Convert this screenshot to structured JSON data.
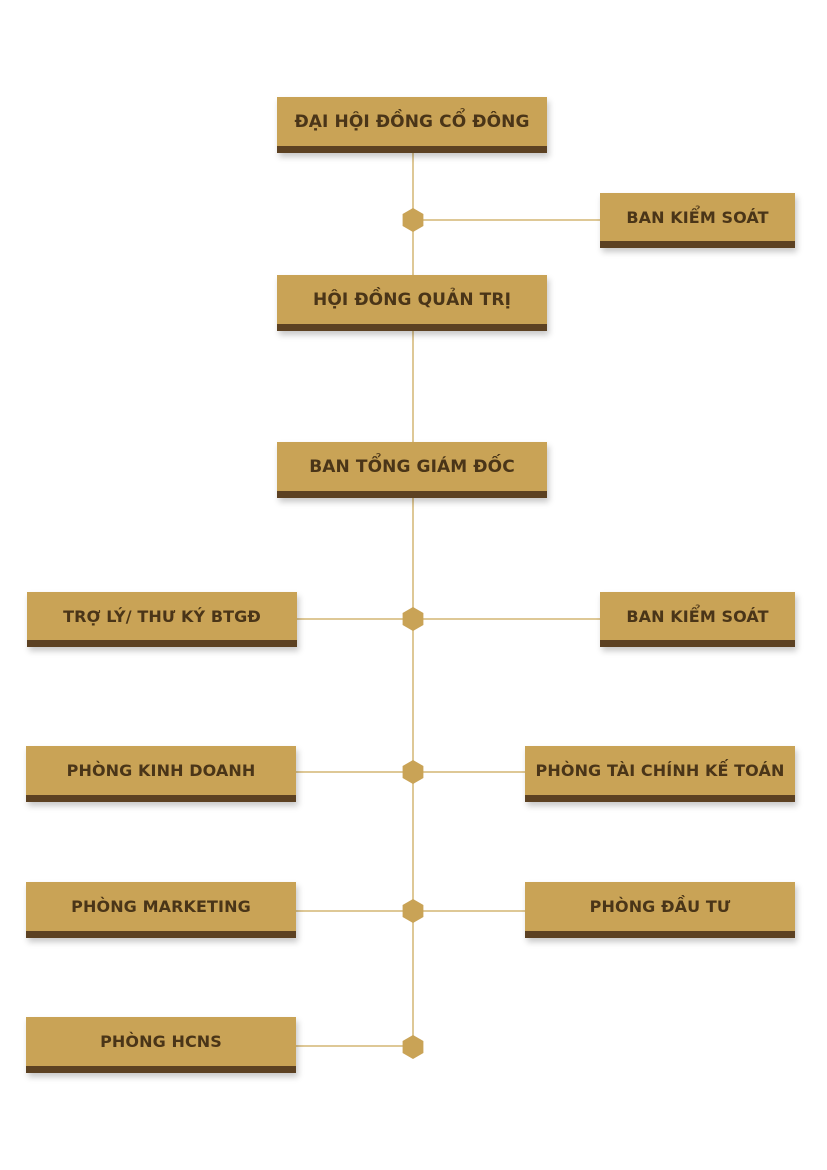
{
  "colors": {
    "box_fill": "#c9a356",
    "box_border": "#5c4122",
    "text": "#4a3518",
    "connector": "#d4b673",
    "node": "#c9a356"
  },
  "chart": {
    "shareholders": "ĐẠI HỘI ĐỒNG CỔ ĐÔNG",
    "supervisory_board": "BAN KIỂM SOÁT",
    "board_of_directors": "HỘI ĐỒNG QUẢN TRỊ",
    "executive_board": "BAN TỔNG GIÁM ĐỐC",
    "assistant": "TRỢ LÝ/ THƯ KÝ BTGĐ",
    "control_board": "BAN KIỂM SOÁT",
    "sales_dept": "PHÒNG KINH DOANH",
    "finance_dept": "PHÒNG TÀI CHÍNH KẾ TOÁN",
    "marketing_dept": "PHÒNG MARKETING",
    "investment_dept": "PHÒNG ĐẦU TƯ",
    "hr_dept": "PHÒNG HCNS"
  }
}
